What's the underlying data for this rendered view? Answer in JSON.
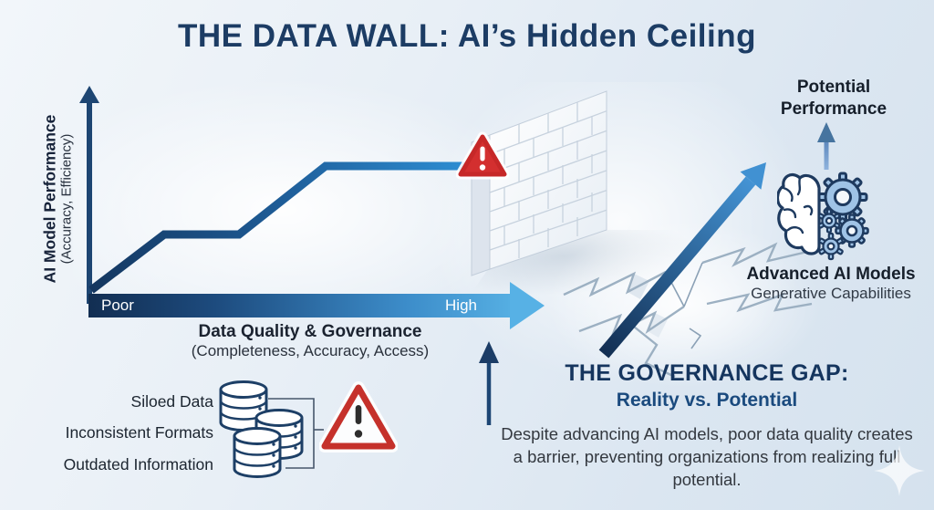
{
  "title": "THE DATA WALL: AI’s Hidden Ceiling",
  "chart": {
    "y_axis_label": "AI Model Performance",
    "y_axis_sublabel": "(Accuracy, Efficiency)",
    "x_axis_label": "Data Quality & Governance",
    "x_axis_sublabel": "(Completeness, Accuracy, Access)",
    "x_min_label": "Poor",
    "x_max_label": "High"
  },
  "chart_data": {
    "type": "line",
    "title": "THE DATA WALL: AI’s Hidden Ceiling",
    "xlabel": "Data Quality & Governance (Completeness, Accuracy, Access)",
    "ylabel": "AI Model Performance (Accuracy, Efficiency)",
    "axes_numeric": false,
    "x_axis_endpoints": [
      "Poor",
      "High"
    ],
    "series": [
      {
        "name": "ai-model-performance-curve",
        "points_pct": [
          [
            0,
            0
          ],
          [
            19,
            31
          ],
          [
            38,
            31
          ],
          [
            60,
            69
          ],
          [
            97,
            69
          ]
        ],
        "shape": "rise, plateau, rise, plateau ending at brick wall barrier"
      }
    ],
    "annotations": [
      "warning triangle where curve meets brick wall",
      "brick wall blocks further progress"
    ]
  },
  "right_panel": {
    "potential_label": "Potential Performance",
    "advanced_title": "Advanced AI Models",
    "advanced_subtitle": "Generative Capabilities"
  },
  "governance": {
    "title": "THE GOVERNANCE GAP:",
    "subtitle": "Reality vs. Potential",
    "body": "Despite advancing AI models, poor data quality creates a barrier, preventing organizations from realizing full potential."
  },
  "data_issues": [
    "Siloed Data",
    "Inconsistent Formats",
    "Outdated Information"
  ],
  "colors": {
    "navy": "#1c3c64",
    "axis_navy": "#1d4572",
    "line_gradient_start": "#14365f",
    "line_gradient_end": "#2e8ed3",
    "light_blue": "#55aee2",
    "gear_blue": "#9fc3e6",
    "alert_red": "#d32f2f",
    "alert_red_outline": "#c5312b",
    "background": "#e8eff6"
  }
}
